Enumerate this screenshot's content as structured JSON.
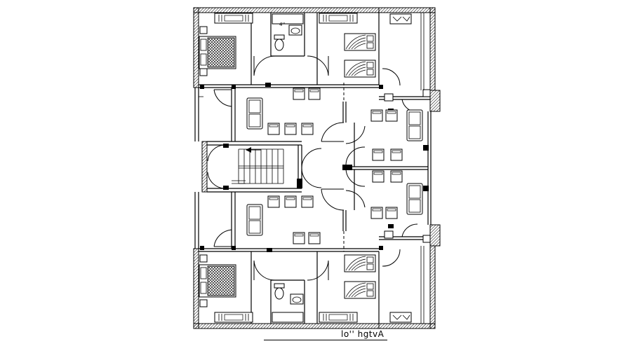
{
  "drawing": {
    "type": "architectural floor plan",
    "caption": "lo'' hgtvA",
    "dimension_mark": "4''"
  },
  "colors": {
    "line": "#000000",
    "background": "#ffffff",
    "hatch": "#000000"
  }
}
